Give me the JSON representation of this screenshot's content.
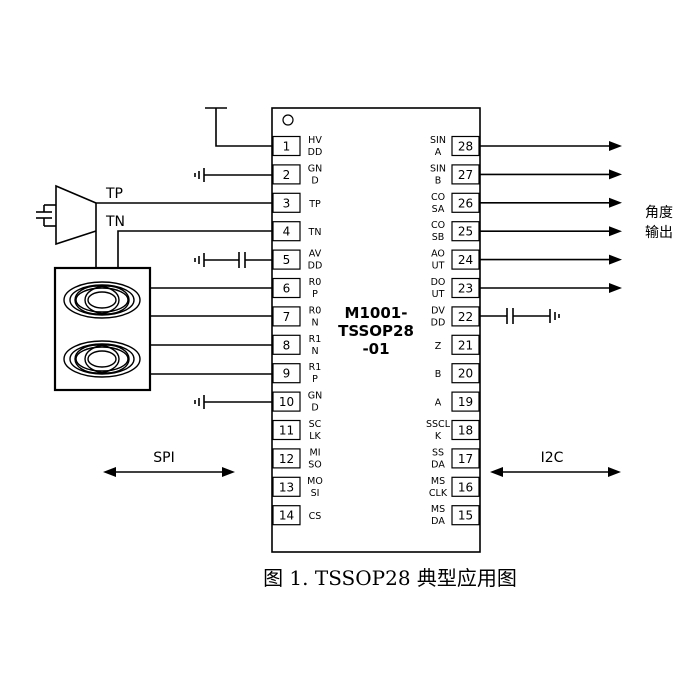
{
  "chip": {
    "title_lines": [
      "M1001-",
      "TSSOP28",
      "-01"
    ]
  },
  "pins_left": [
    {
      "num": "1",
      "label": [
        "HV",
        "DD"
      ]
    },
    {
      "num": "2",
      "label": [
        "GN",
        "D"
      ]
    },
    {
      "num": "3",
      "label": [
        "TP"
      ]
    },
    {
      "num": "4",
      "label": [
        "TN"
      ]
    },
    {
      "num": "5",
      "label": [
        "AV",
        "DD"
      ]
    },
    {
      "num": "6",
      "label": [
        "R0",
        "P"
      ]
    },
    {
      "num": "7",
      "label": [
        "R0",
        "N"
      ]
    },
    {
      "num": "8",
      "label": [
        "R1",
        "N"
      ]
    },
    {
      "num": "9",
      "label": [
        "R1",
        "P"
      ]
    },
    {
      "num": "10",
      "label": [
        "GN",
        "D"
      ]
    },
    {
      "num": "11",
      "label": [
        "SC",
        "LK"
      ]
    },
    {
      "num": "12",
      "label": [
        "MI",
        "SO"
      ]
    },
    {
      "num": "13",
      "label": [
        "MO",
        "SI"
      ]
    },
    {
      "num": "14",
      "label": [
        "CS"
      ]
    }
  ],
  "pins_right": [
    {
      "num": "28",
      "label": [
        "SIN",
        "A"
      ]
    },
    {
      "num": "27",
      "label": [
        "SIN",
        "B"
      ]
    },
    {
      "num": "26",
      "label": [
        "CO",
        "SA"
      ]
    },
    {
      "num": "25",
      "label": [
        "CO",
        "SB"
      ]
    },
    {
      "num": "24",
      "label": [
        "AO",
        "UT"
      ]
    },
    {
      "num": "23",
      "label": [
        "DO",
        "UT"
      ]
    },
    {
      "num": "22",
      "label": [
        "DV",
        "DD"
      ]
    },
    {
      "num": "21",
      "label": [
        "Z"
      ]
    },
    {
      "num": "20",
      "label": [
        "B"
      ]
    },
    {
      "num": "19",
      "label": [
        "A"
      ]
    },
    {
      "num": "18",
      "label": [
        "SSCL",
        "K"
      ]
    },
    {
      "num": "17",
      "label": [
        "SS",
        "DA"
      ]
    },
    {
      "num": "16",
      "label": [
        "MS",
        "CLK"
      ]
    },
    {
      "num": "15",
      "label": [
        "MS",
        "DA"
      ]
    }
  ],
  "labels": {
    "tp": "TP",
    "tn": "TN",
    "spi": "SPI",
    "i2c": "I2C",
    "output_line1": "角度",
    "output_line2": "输出"
  },
  "caption": "图 1. TSSOP28 典型应用图"
}
